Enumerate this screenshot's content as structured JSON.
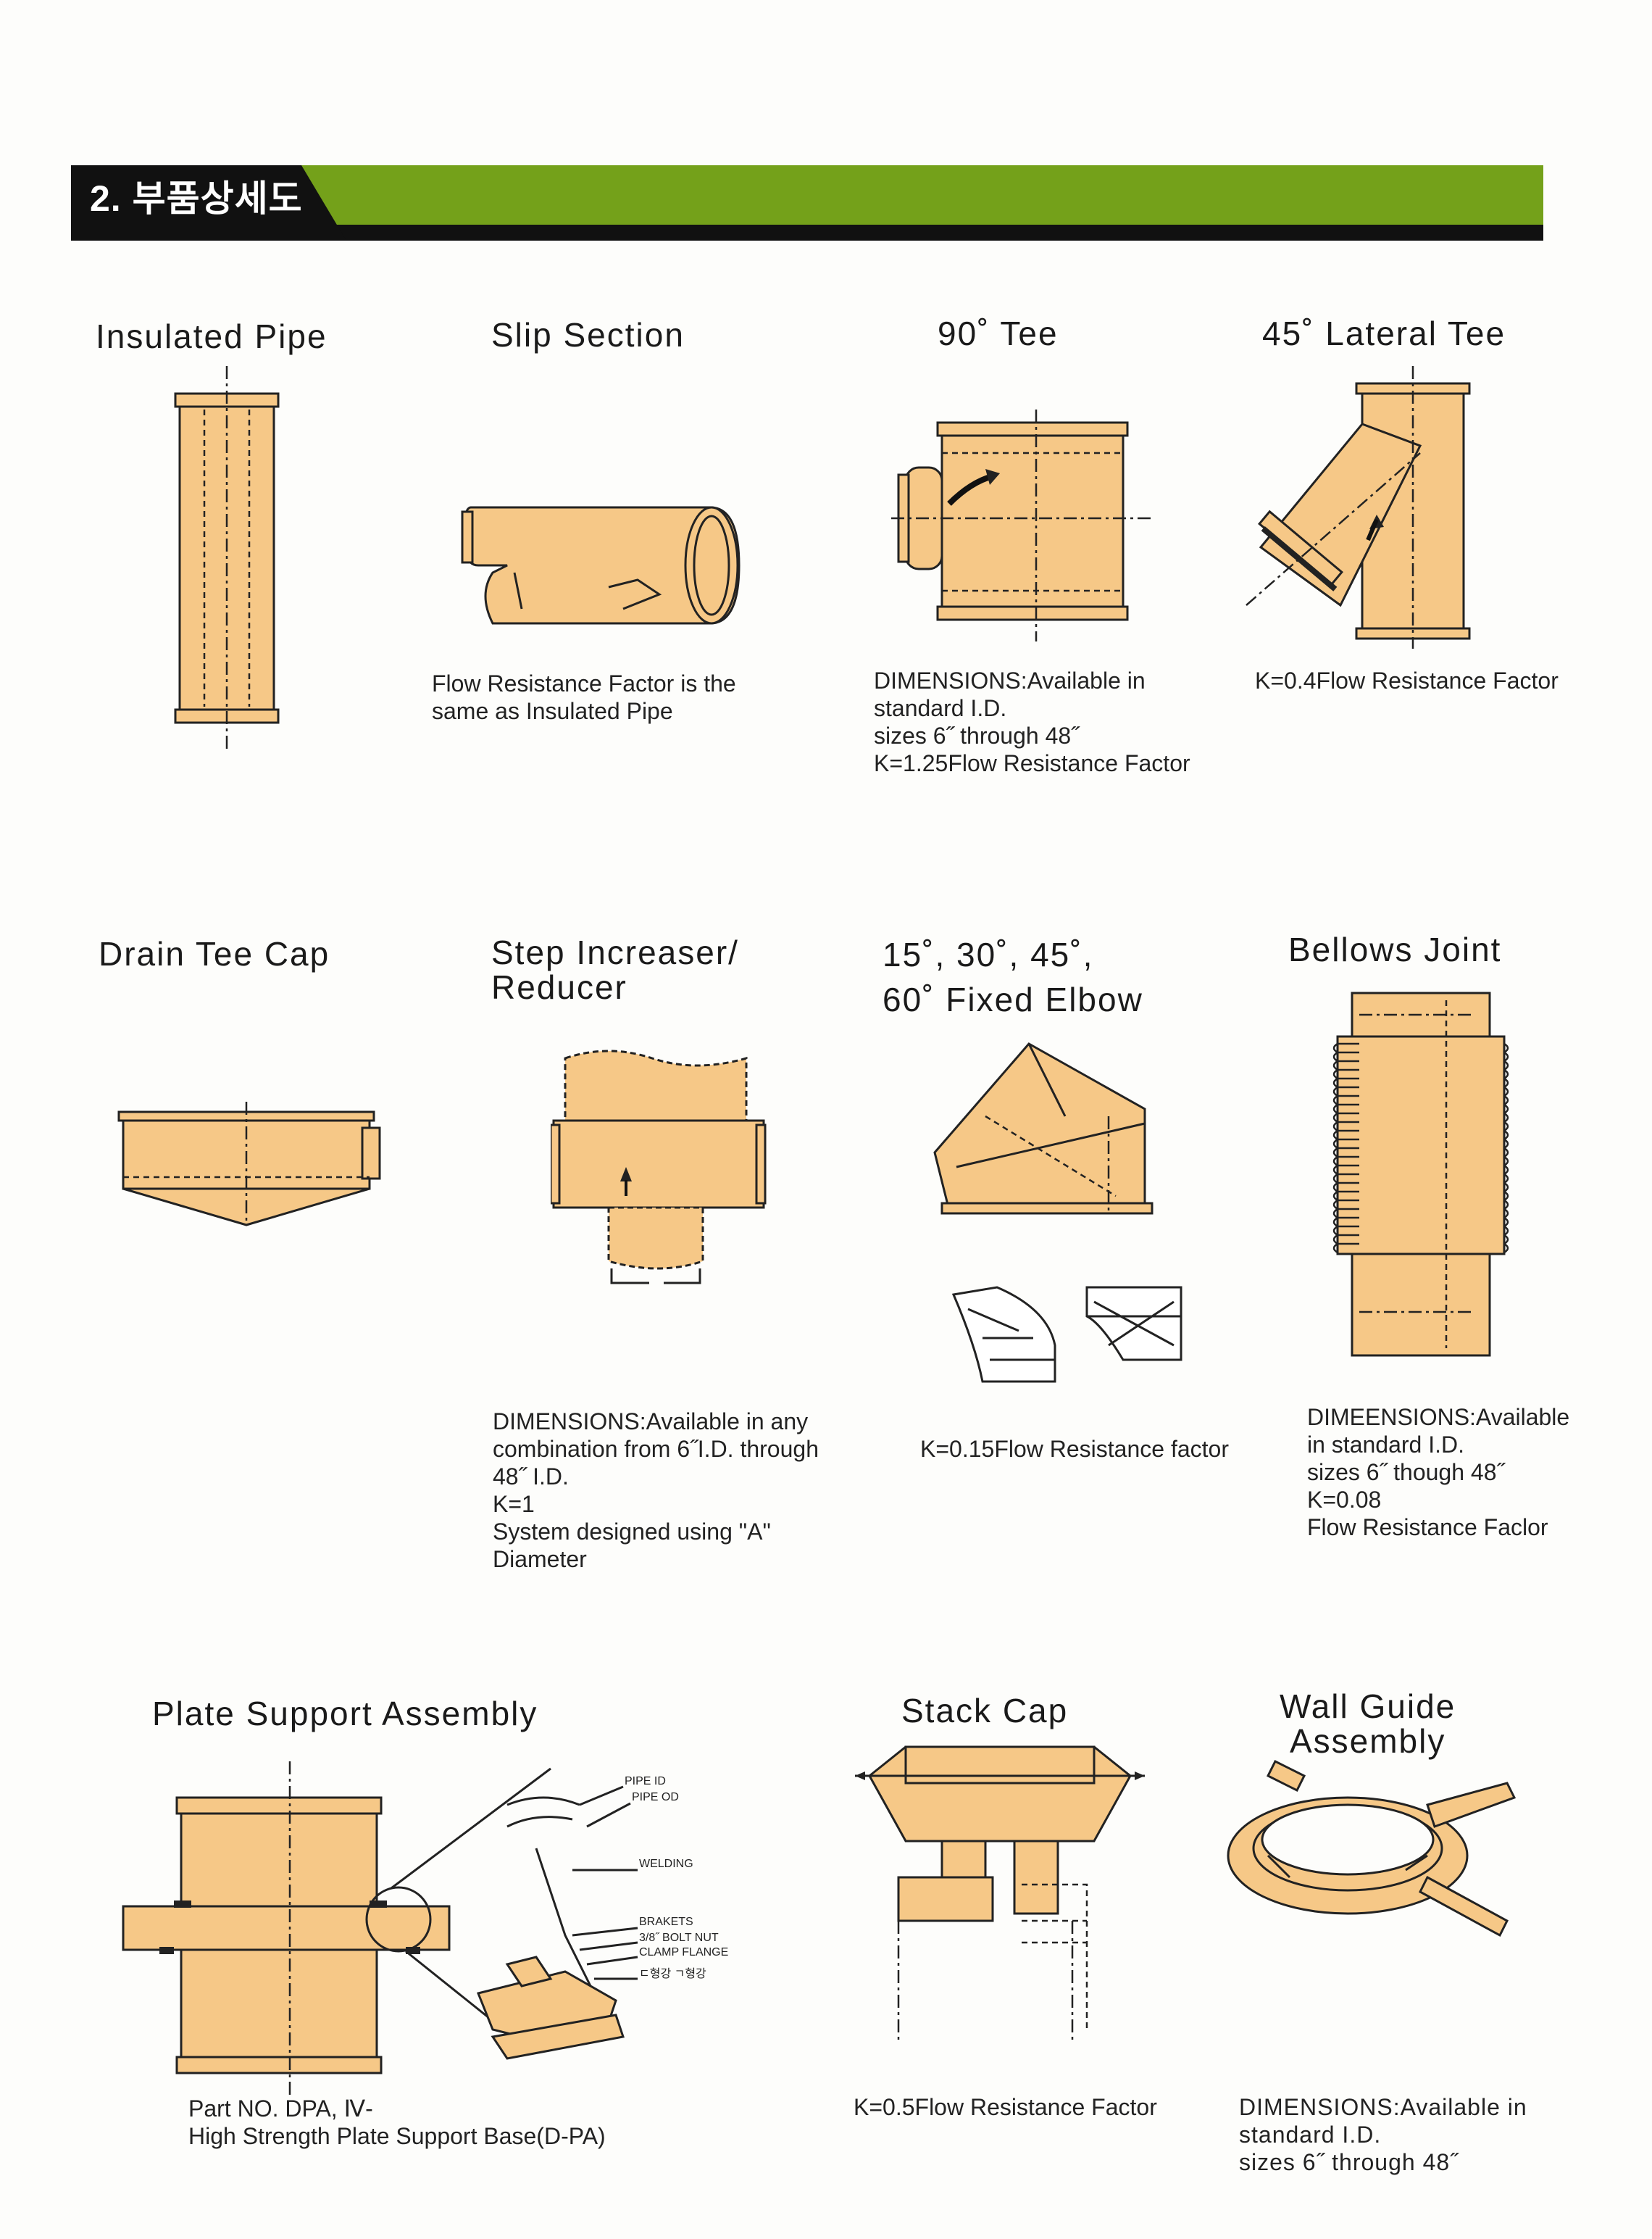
{
  "section": {
    "title": "2. 부품상세도"
  },
  "colors": {
    "banner_green": "#74a11a",
    "banner_black": "#111111",
    "part_fill": "#f6c887"
  },
  "items": [
    {
      "title": "Insulated Pipe",
      "desc": ""
    },
    {
      "title": "Slip Section",
      "desc": "Flow  Resistance  Factor  is  the\nsame as Insulated Pipe"
    },
    {
      "title": "90˚  Tee",
      "desc": "DIMENSIONS:Available in\nstandard I.D.\nsizes 6˝ through 48˝\nK=1.25Flow Resistance Factor"
    },
    {
      "title": "45˚  Lateral  Tee",
      "desc": "K=0.4Flow Resistance Factor"
    },
    {
      "title": "Drain  Tee  Cap",
      "desc": ""
    },
    {
      "title": "Step  Increaser/\nReducer",
      "desc": "DIMENSIONS:Available  in  any\ncombination  from  6˝I.D.  through\n48˝ I.D.\nK=1\nSystem  designed  using  \"A\"\nDiameter"
    },
    {
      "title": "15˚,  30˚,  45˚,\n60˚  Fixed  Elbow",
      "desc": "K=0.15Flow Resistance factor"
    },
    {
      "title": "Bellows  Joint",
      "desc": "DIMEENSIONS:Available\nin standard I.D.\nsizes 6˝ though 48˝\nK=0.08\nFlow Resistance Faclor"
    },
    {
      "title": "Plate  Support  Assembly",
      "desc": "Part NO. DPA, Ⅳ-\nHigh Strength Plate Support Base(D-PA)"
    },
    {
      "title": "Stack  Cap",
      "desc": "K=0.5Flow Resistance Factor"
    },
    {
      "title": "Wall  Guide\nAssembly",
      "desc": "DIMENSIONS:Available  in\nstandard I.D.\nsizes 6˝ through 48˝"
    }
  ],
  "plate_support_callouts": [
    "PIPE ID",
    "PIPE OD",
    "WELDING",
    "BRAKETS",
    "3/8˝ BOLT NUT",
    "CLAMP FLANGE",
    "ㄷ형강  ㄱ형강"
  ]
}
